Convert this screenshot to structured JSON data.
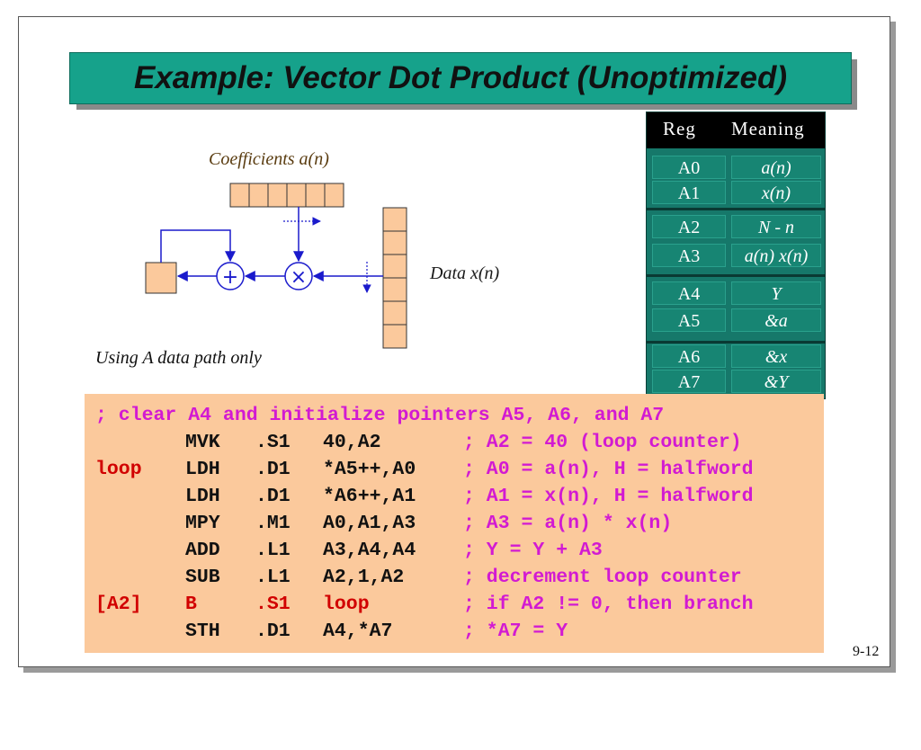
{
  "slide": {
    "title": "Example: Vector Dot Product (Unoptimized)",
    "page_number": "9-12"
  },
  "diagram": {
    "coefficients_label": "Coefficients a(n)",
    "data_label": "Data x(n)",
    "note": "Using A data path only",
    "adder_symbol": "+",
    "multiplier_symbol": "×",
    "colors": {
      "cell_fill": "#fbc99c",
      "line": "#1a1acc",
      "dark_line": "#333333"
    }
  },
  "register_table": {
    "headers": [
      "Reg",
      "Meaning"
    ],
    "rows": [
      {
        "reg": "A0",
        "meaning": "a(n)"
      },
      {
        "reg": "A1",
        "meaning": "x(n)"
      },
      {
        "reg": "A2",
        "meaning": "N - n"
      },
      {
        "reg": "A3",
        "meaning": "a(n) x(n)"
      },
      {
        "reg": "A4",
        "meaning": "Y"
      },
      {
        "reg": "A5",
        "meaning": "&a"
      },
      {
        "reg": "A6",
        "meaning": "&x"
      },
      {
        "reg": "A7",
        "meaning": "&Y"
      }
    ],
    "colors": {
      "header_bg": "#000000",
      "body_bg": "#16786a"
    }
  },
  "code": {
    "lines": [
      {
        "label": "",
        "op": "",
        "unit": "",
        "args": "",
        "comment": "; clear A4 and initialize pointers A5, A6, and A7"
      },
      {
        "label": "",
        "op": "MVK",
        "unit": ".S1",
        "args": "40,A2",
        "comment": "; A2 = 40 (loop counter)"
      },
      {
        "label": "loop",
        "op": "LDH",
        "unit": ".D1",
        "args": "*A5++,A0",
        "comment": "; A0 = a(n), H = halfword"
      },
      {
        "label": "",
        "op": "LDH",
        "unit": ".D1",
        "args": "*A6++,A1",
        "comment": "; A1 = x(n), H = halfword"
      },
      {
        "label": "",
        "op": "MPY",
        "unit": ".M1",
        "args": "A0,A1,A3",
        "comment": "; A3 = a(n) * x(n)"
      },
      {
        "label": "",
        "op": "ADD",
        "unit": ".L1",
        "args": "A3,A4,A4",
        "comment": "; Y = Y + A3"
      },
      {
        "label": "",
        "op": "SUB",
        "unit": ".L1",
        "args": "A2,1,A2",
        "comment": "; decrement loop counter"
      },
      {
        "label": "[A2]",
        "op": "B",
        "unit": ".S1",
        "args": "loop",
        "comment": "; if A2 != 0, then branch"
      },
      {
        "label": "",
        "op": "STH",
        "unit": ".D1",
        "args": "A4,*A7",
        "comment": "; *A7 = Y"
      }
    ],
    "colors": {
      "background": "#fbc99c",
      "label": "#d10000",
      "instruction": "#111111",
      "comment": "#d21ad2",
      "branch": "#d10000"
    }
  }
}
